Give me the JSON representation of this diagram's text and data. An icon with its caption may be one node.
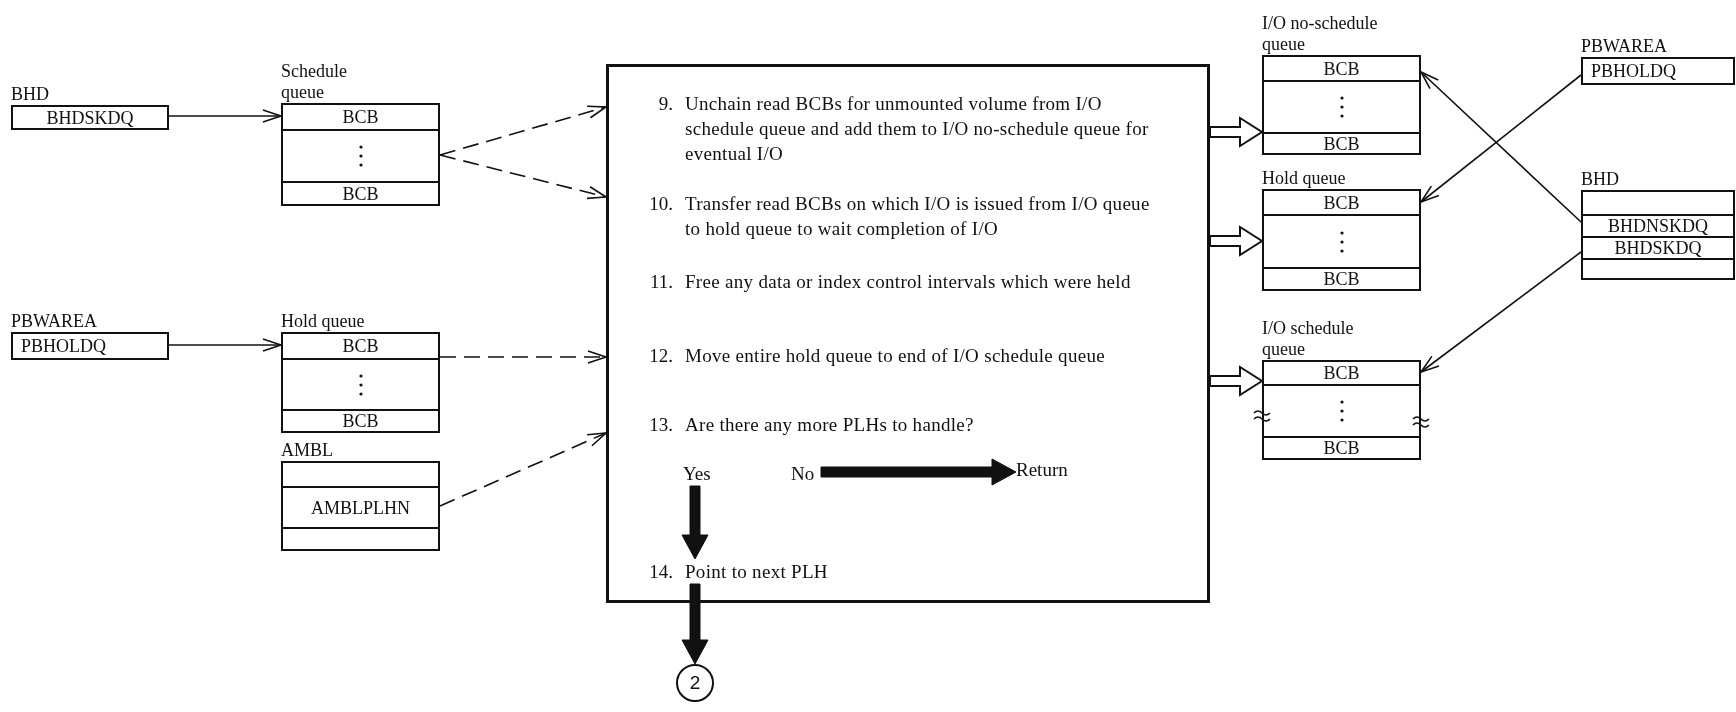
{
  "diagram": {
    "nodes": [
      {
        "text": [
          "BHD",
          "BHDSKDQ"
        ]
      },
      {
        "text": [
          "Schedule queue",
          "BCB",
          "BCB"
        ]
      },
      {
        "text": [
          "PBWAREA",
          "PBHOLDQ"
        ]
      },
      {
        "text": [
          "Hold queue",
          "BCB",
          "BCB"
        ]
      },
      {
        "text": [
          "AMBL",
          "AMBLPLHN"
        ]
      },
      {
        "text": [],
        "shape": "box"
      },
      {
        "text": [
          "9.",
          "Unchain read BCBs for unmounted volume from I/O schedule queue and add them to I/O no-schedule queue for eventual I/O"
        ],
        "in": 5
      },
      {
        "text": [
          "10.",
          "Transfer read BCBs on which I/O is issued from I/O queue to hold queue to wait completion of I/O"
        ],
        "in": 5
      },
      {
        "text": [
          "11.",
          "Free any data or index control intervals which were held"
        ],
        "in": 5
      },
      {
        "text": [
          "12.",
          "Move entire hold queue to end of I/O schedule queue"
        ],
        "in": 5
      },
      {
        "text": [
          "13.",
          "Are there any more PLHs to handle?"
        ],
        "in": 5
      },
      {
        "text": [
          "Yes"
        ],
        "in": 5
      },
      {
        "text": [
          "No"
        ],
        "in": 5
      },
      {
        "text": [
          "Return"
        ],
        "in": 5
      },
      {
        "text": [
          "14.",
          "Point to next PLH"
        ],
        "in": 5
      },
      {
        "text": [
          "2"
        ]
      },
      {
        "text": [
          "I/O no-schedule queue",
          "BCB",
          "BCB"
        ]
      },
      {
        "text": [
          "Hold queue",
          "BCB",
          "BCB"
        ]
      },
      {
        "text": [
          "I/O schedule queue",
          "BCB",
          "BCB"
        ]
      },
      {
        "text": [
          "PBWAREA",
          "PBHOLDQ"
        ]
      },
      {
        "text": [
          "BHD",
          "BHDNSKDQ",
          "BHDSKDQ"
        ]
      }
    ],
    "edges": [
      {
        "from": 0,
        "to": 1,
        "arrow": "to"
      },
      {
        "from": 2,
        "to": 3,
        "arrow": "to"
      },
      {
        "from": 1,
        "to": 5,
        "arrow": "to",
        "style": "dashed"
      },
      {
        "from": 1,
        "to": 5,
        "arrow": "to",
        "style": "dashed"
      },
      {
        "from": 3,
        "to": 5,
        "arrow": "to",
        "style": "dashed"
      },
      {
        "from": 4,
        "to": 5,
        "arrow": "to",
        "style": "dashed"
      },
      {
        "from": 11,
        "to": 14,
        "arrow": "to",
        "style": "thick"
      },
      {
        "from": 12,
        "to": 13,
        "arrow": "to",
        "style": "thick"
      },
      {
        "from": 14,
        "to": 15,
        "arrow": "to",
        "style": "thick"
      },
      {
        "from": 5,
        "to": 16,
        "arrow": "to",
        "style": "thick"
      },
      {
        "from": 5,
        "to": 17,
        "arrow": "to",
        "style": "thick"
      },
      {
        "from": 5,
        "to": 18,
        "arrow": "to",
        "style": "thick"
      },
      {
        "from": 19,
        "to": 17,
        "arrow": "to"
      },
      {
        "from": 20,
        "to": 16,
        "arrow": "to"
      },
      {
        "from": 20,
        "to": 18,
        "arrow": "to"
      }
    ]
  }
}
